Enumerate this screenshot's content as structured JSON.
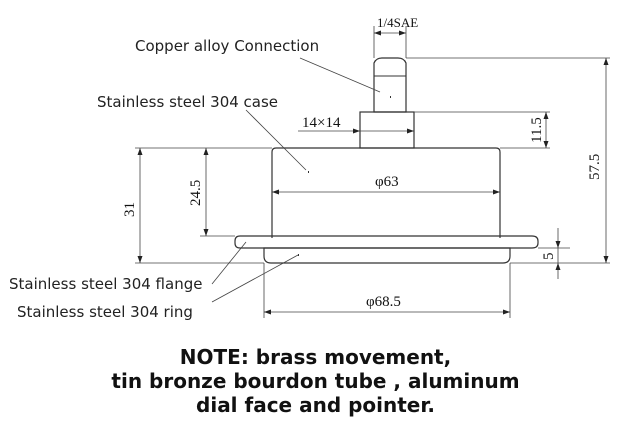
{
  "labels": {
    "connection": "Copper alloy Connection",
    "case": "Stainless steel 304 case",
    "flange": "Stainless steel 304 flange",
    "ring": "Stainless steel 304 ring"
  },
  "dimensions": {
    "thread": "1/4SAE",
    "hex": "14×14",
    "hex_height": "11.5",
    "case_diameter": "φ63",
    "total_height": "57.5",
    "body_height": "31",
    "case_height": "24.5",
    "ring_thickness": "5",
    "ring_diameter": "φ68.5"
  },
  "note": {
    "line1": "NOTE: brass movement,",
    "line2": "tin bronze bourdon tube , aluminum",
    "line3": "dial face and pointer."
  },
  "colors": {
    "line": "#333333",
    "text": "#111111",
    "background": "#ffffff"
  }
}
